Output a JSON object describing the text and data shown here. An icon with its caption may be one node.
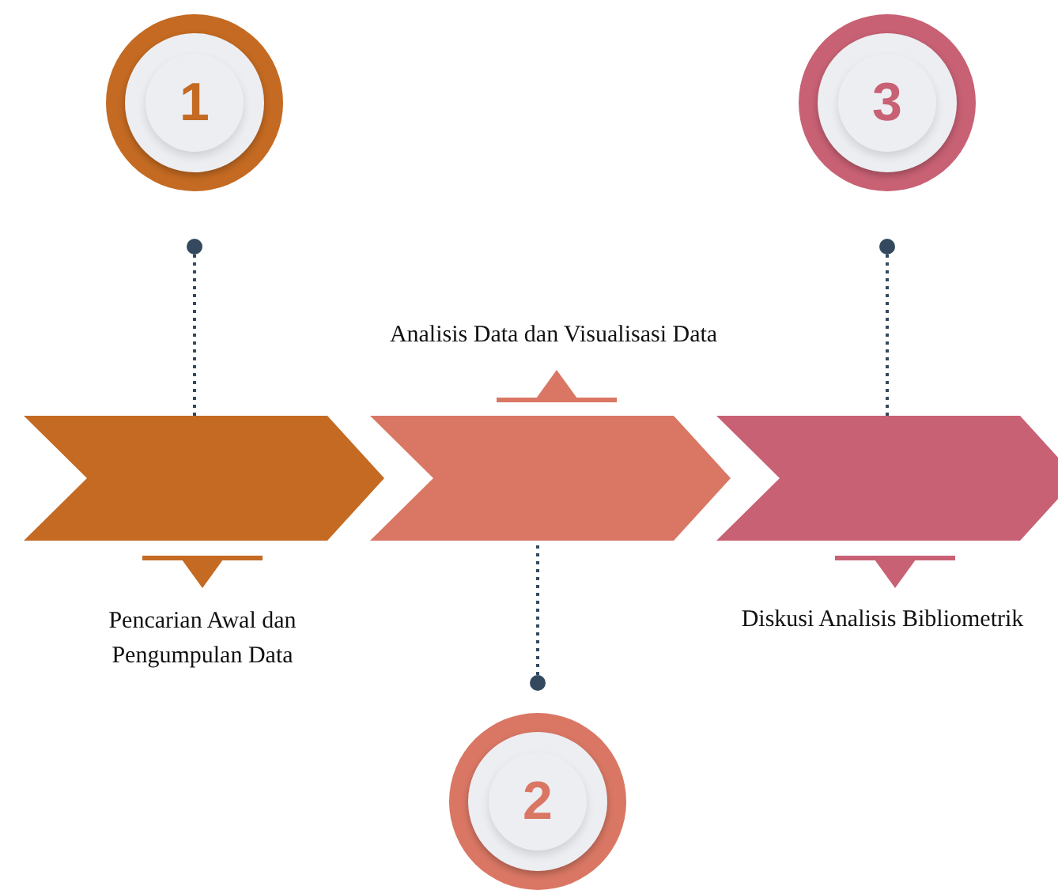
{
  "diagram": {
    "nodes": [
      {
        "text": [
          "1"
        ]
      },
      {
        "text": [
          "3"
        ]
      },
      {
        "text": [
          "Analisis Data dan Visualisasi Data"
        ]
      },
      {
        "text": [],
        "shape": "chevron"
      },
      {
        "text": [],
        "shape": "chevron"
      },
      {
        "text": [],
        "shape": "chevron"
      },
      {
        "text": [
          "Pencarian Awal dan Pengumpulan Data"
        ]
      },
      {
        "text": [
          "Diskusi Analisis Bibliometrik"
        ]
      },
      {
        "text": [
          "2"
        ]
      }
    ],
    "edges": [
      {
        "from": 0,
        "to": 3,
        "arrow": "other",
        "style": "dashed"
      },
      {
        "from": 8,
        "to": 4,
        "arrow": "other",
        "style": "dashed"
      },
      {
        "from": 1,
        "to": 5,
        "arrow": "other",
        "style": "dashed"
      },
      {
        "from": 3,
        "to": 6,
        "arrow": "to",
        "color": "#c46a22"
      },
      {
        "from": 4,
        "to": 2,
        "arrow": "to",
        "color": "#d97764"
      },
      {
        "from": 5,
        "to": 7,
        "arrow": "to",
        "color": "#c86174"
      }
    ]
  }
}
